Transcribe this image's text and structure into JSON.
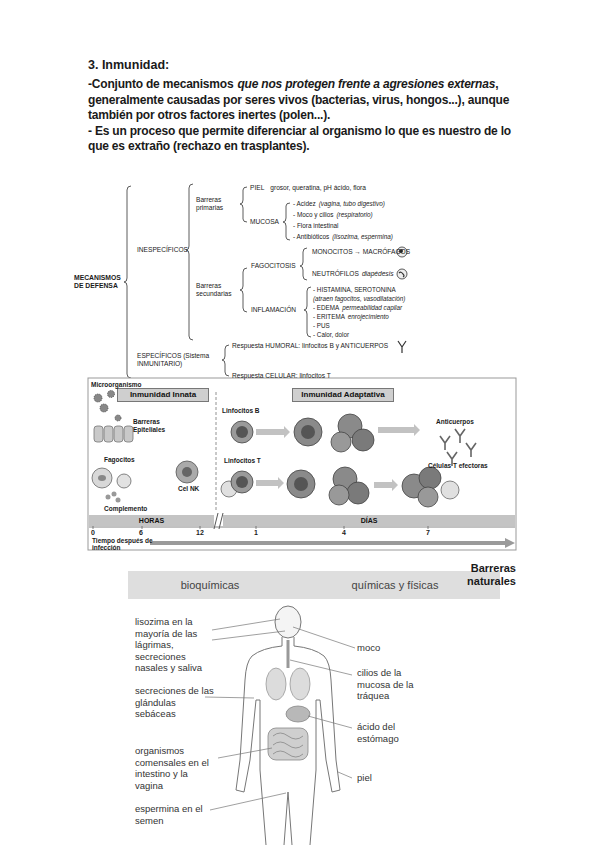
{
  "diagram": {
    "title": "3. Inmunidad:",
    "nodes": [
      {
        "text": [
          "Inmunidad Innata"
        ]
      },
      {
        "text": [
          "Inmunidad Adaptativa"
        ]
      },
      {
        "text": [
          "HORAS"
        ]
      },
      {
        "text": [
          "DÍAS"
        ]
      },
      {
        "text": [
          "bioquímicas"
        ]
      },
      {
        "text": [
          "químicas y físicas"
        ]
      }
    ],
    "labels": [
      "-Conjunto de mecanismos",
      "que nos protegen frente a agresiones externas",
      ", generalmente causadas por seres vivos (bacterias, virus, hongos...), aunque también por otros factores inertes (polen...).",
      "- Es un proceso que permite diferenciar al organismo lo que es nuestro de lo que es extraño (rechazo en trasplantes).",
      "MECANISMOS DE DEFENSA",
      "INESPECÍFICOS",
      "Barreras primarias",
      "PIEL",
      "grosor, queratina, pH ácido, flora",
      "MUCOSA",
      "- Acidez",
      "(vagina, tubo digestivo)",
      "- Moco y cilios",
      "(respiratorio)",
      "- Flora intestinal",
      "- Antibióticos",
      "(lisozima, espermina)",
      "Barreras secundarias",
      "FAGOCITOSIS",
      "MONOCITOS → MACRÓFAGOS",
      "NEUTRÓFILOS",
      "diapédesis",
      "INFLAMACIÓN",
      "- HISTAMINA, SEROTONINA",
      "(atraen fagocitos, vasodilatación)",
      "- EDEMA",
      "permeabilidad capilar",
      "- ERITEMA",
      "enrojecimiento",
      "- PUS",
      "- Calor, dolor",
      "ESPECÍFICOS (Sistema INMUNITARIO)",
      "Respuesta HUMORAL: linfocitos B y ANTICUERPOS",
      "Respuesta CELULAR: linfocitos T",
      "Microorganismo",
      "Barreras Epiteliales",
      "Fagocitos",
      "Complemento",
      "Cel NK",
      "Linfocitos B",
      "Anticuerpos",
      "Linfocitos T",
      "Células T efectoras",
      "0",
      "6",
      "12",
      "1",
      "4",
      "7",
      "Tiempo después de infección",
      "Barreras naturales",
      "lisozima en la mayoría de las lágrimas, secreciones nasales y saliva",
      "secreciones de las glándulas sebáceas",
      "organismos comensales en el intestino y la vagina",
      "espermina en el semen",
      "moco",
      "cilios de la mucosa de la tráquea",
      "ácido del estómago",
      "piel"
    ]
  }
}
